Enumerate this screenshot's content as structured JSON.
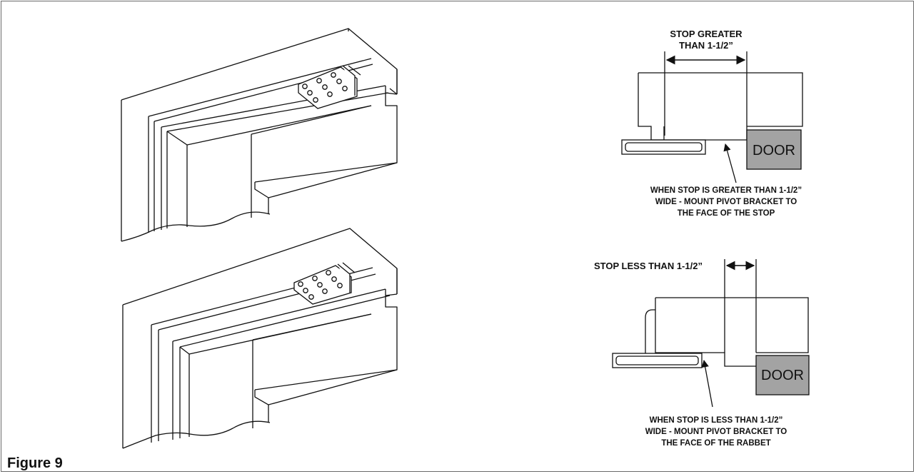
{
  "figure_label": "Figure 9",
  "detail_top": {
    "dimension_label_line1": "STOP GREATER",
    "dimension_label_line2": "THAN 1-1/2”",
    "door_label": "DOOR",
    "caption_line1": "WHEN STOP IS GREATER THAN 1-1/2”",
    "caption_line2": "WIDE - MOUNT PIVOT BRACKET TO",
    "caption_line3": "THE FACE OF THE STOP"
  },
  "detail_bottom": {
    "dimension_label": "STOP LESS THAN 1-1/2”",
    "door_label": "DOOR",
    "caption_line1": "WHEN STOP IS LESS THAN 1-1/2”",
    "caption_line2": "WIDE - MOUNT PIVOT BRACKET TO",
    "caption_line3": "THE FACE OF THE RABBET"
  },
  "colors": {
    "door_fill": "#a3a3a3",
    "line": "#111111",
    "frame_border": "#6a6a6a"
  }
}
